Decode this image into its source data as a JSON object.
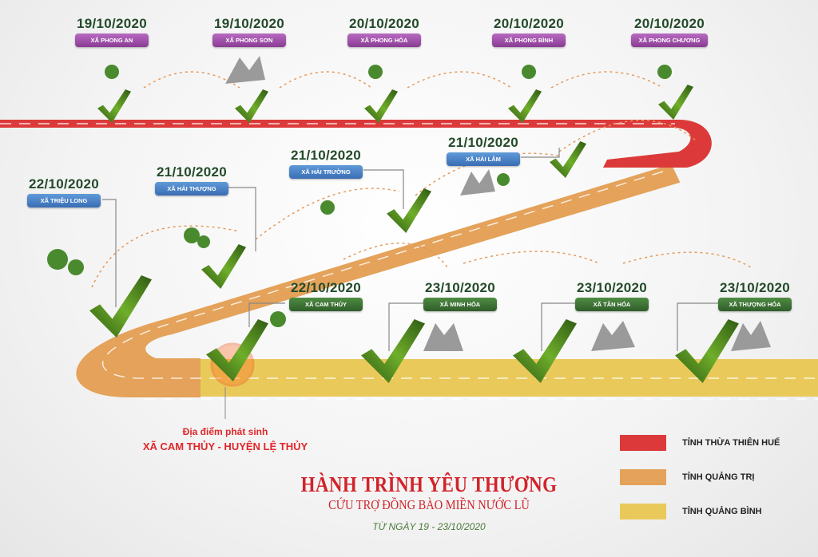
{
  "stops": [
    {
      "date": "19/10/2020",
      "commune": "XÃ PHONG AN",
      "group": "purple"
    },
    {
      "date": "19/10/2020",
      "commune": "XÃ PHONG SƠN",
      "group": "purple"
    },
    {
      "date": "20/10/2020",
      "commune": "XÃ PHONG HÒA",
      "group": "purple"
    },
    {
      "date": "20/10/2020",
      "commune": "XÃ PHONG BÌNH",
      "group": "purple"
    },
    {
      "date": "20/10/2020",
      "commune": "XÃ PHONG CHƯƠNG",
      "group": "purple"
    },
    {
      "date": "22/10/2020",
      "commune": "XÃ TRIỆU LONG",
      "group": "blue"
    },
    {
      "date": "21/10/2020",
      "commune": "XÃ HẢI THƯỢNG",
      "group": "blue"
    },
    {
      "date": "21/10/2020",
      "commune": "XÃ HẢI TRƯỜNG",
      "group": "blue"
    },
    {
      "date": "21/10/2020",
      "commune": "XÃ HẢI LÂM",
      "group": "blue"
    },
    {
      "date": "22/10/2020",
      "commune": "XÃ CAM THỦY",
      "group": "green"
    },
    {
      "date": "23/10/2020",
      "commune": "XÃ MINH HÓA",
      "group": "green"
    },
    {
      "date": "23/10/2020",
      "commune": "XÃ TÂN HÓA",
      "group": "green"
    },
    {
      "date": "23/10/2020",
      "commune": "XÃ THƯỢNG HÓA",
      "group": "green"
    }
  ],
  "origin": {
    "line1": "Địa điểm phát sinh",
    "line2": "XÃ CAM THỦY - HUYỆN LỆ THỦY"
  },
  "title": {
    "main": "HÀNH TRÌNH YÊU THƯƠNG",
    "sub": "CỨU TRỢ ĐỒNG BÀO MIỀN NƯỚC LŨ",
    "dates": "TỪ NGÀY 19 - 23/10/2020"
  },
  "legend": [
    {
      "label": "TỈNH THỪA THIÊN HUẾ",
      "color": "#dc3a3a"
    },
    {
      "label": "TỈNH QUẢNG TRỊ",
      "color": "#e4a25a"
    },
    {
      "label": "TỈNH QUẢNG BÌNH",
      "color": "#e9c95a"
    }
  ]
}
